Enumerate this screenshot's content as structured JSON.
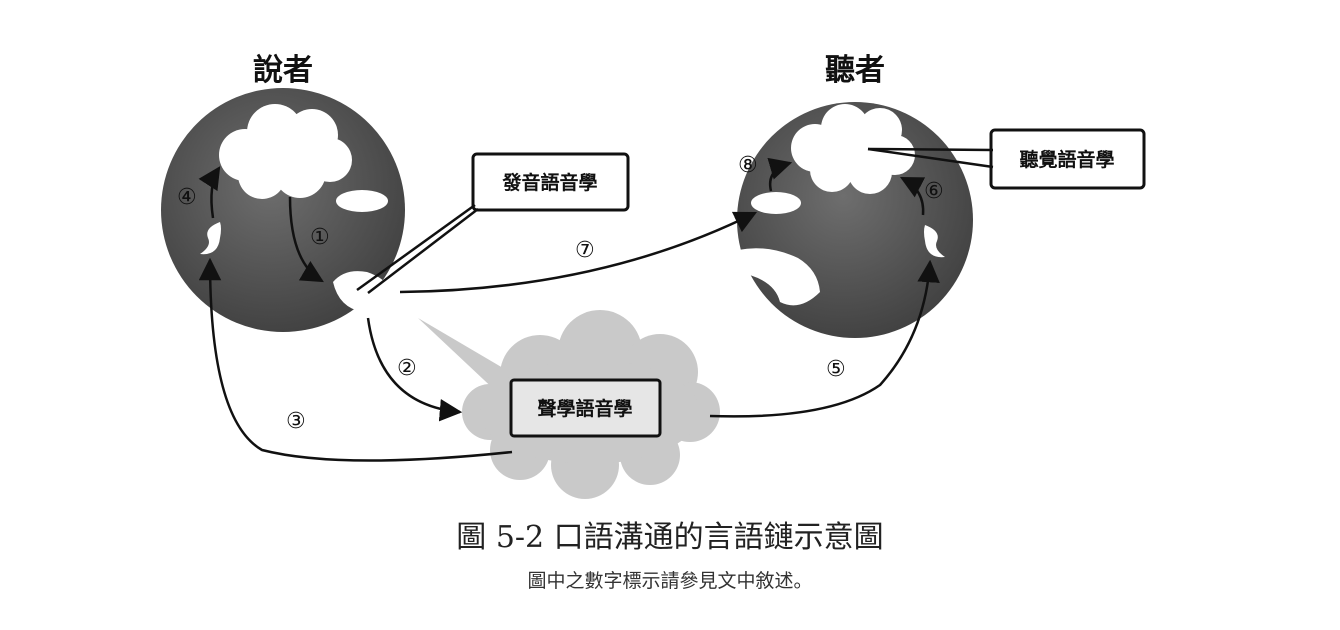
{
  "speaker_title": "說者",
  "listener_title": "聽者",
  "labels": {
    "articulatory": "發音語音學",
    "auditory": "聽覺語音學",
    "acoustic": "聲學語音學"
  },
  "steps": {
    "s1": "①",
    "s2": "②",
    "s3": "③",
    "s4": "④",
    "s5": "⑤",
    "s6": "⑥",
    "s7": "⑦",
    "s8": "⑧"
  },
  "caption": "圖 5-2 口語溝通的言語鏈示意圖",
  "note": "圖中之數字標示請參見文中敘述。"
}
